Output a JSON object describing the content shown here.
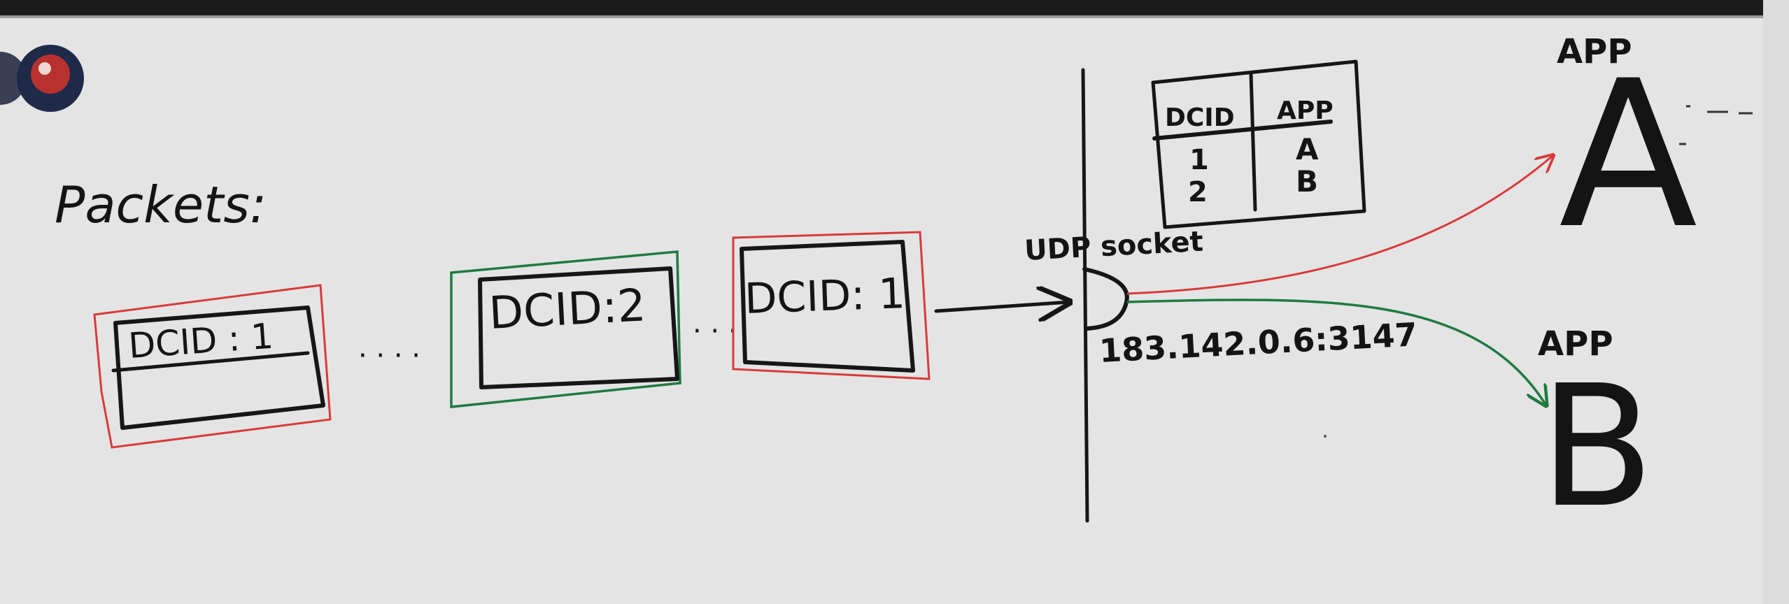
{
  "colors": {
    "board": "#e4e4e4",
    "ink": "#161616",
    "red_marker": "#d83a3a",
    "green_marker": "#1f7a3f"
  },
  "diagram": {
    "section_label": "Packets:",
    "packets": [
      {
        "header": "DCID : 1",
        "outline": "red"
      },
      {
        "header": "DCID:2",
        "outline": "green"
      },
      {
        "header": "DCID: 1",
        "outline": "red"
      }
    ],
    "separators": [
      "· · · ·",
      "· · ·"
    ],
    "socket": {
      "label": "UDP socket",
      "address": "183.142.0.6:3147"
    },
    "dcid_table": {
      "headers": [
        "DCID",
        "APP"
      ],
      "rows": [
        [
          "1",
          "A"
        ],
        [
          "2",
          "B"
        ]
      ]
    },
    "apps": [
      {
        "label": "APP",
        "letter": "A",
        "arrow": "red"
      },
      {
        "label": "APP",
        "letter": "B",
        "arrow": "green"
      }
    ]
  }
}
